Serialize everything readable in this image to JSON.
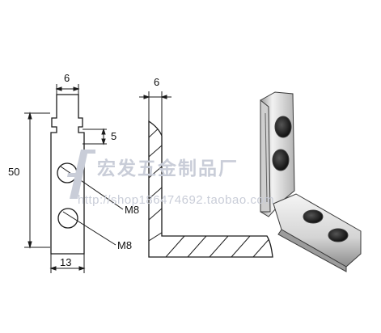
{
  "dimensions": {
    "top_width": "6",
    "slot_height": "5",
    "height": "50",
    "bottom_width": "13",
    "side_thickness": "6",
    "hole_upper": "M8",
    "hole_lower": "M8"
  },
  "watermark": {
    "shop_name": "宏发五金制品厂",
    "url": "http://shop186474692.taobao.com"
  },
  "colors": {
    "line": "#1a1a1a",
    "watermark": "#c9cdd8",
    "metal_light": "#e6e6e6",
    "metal_dark": "#8a8a8a"
  }
}
